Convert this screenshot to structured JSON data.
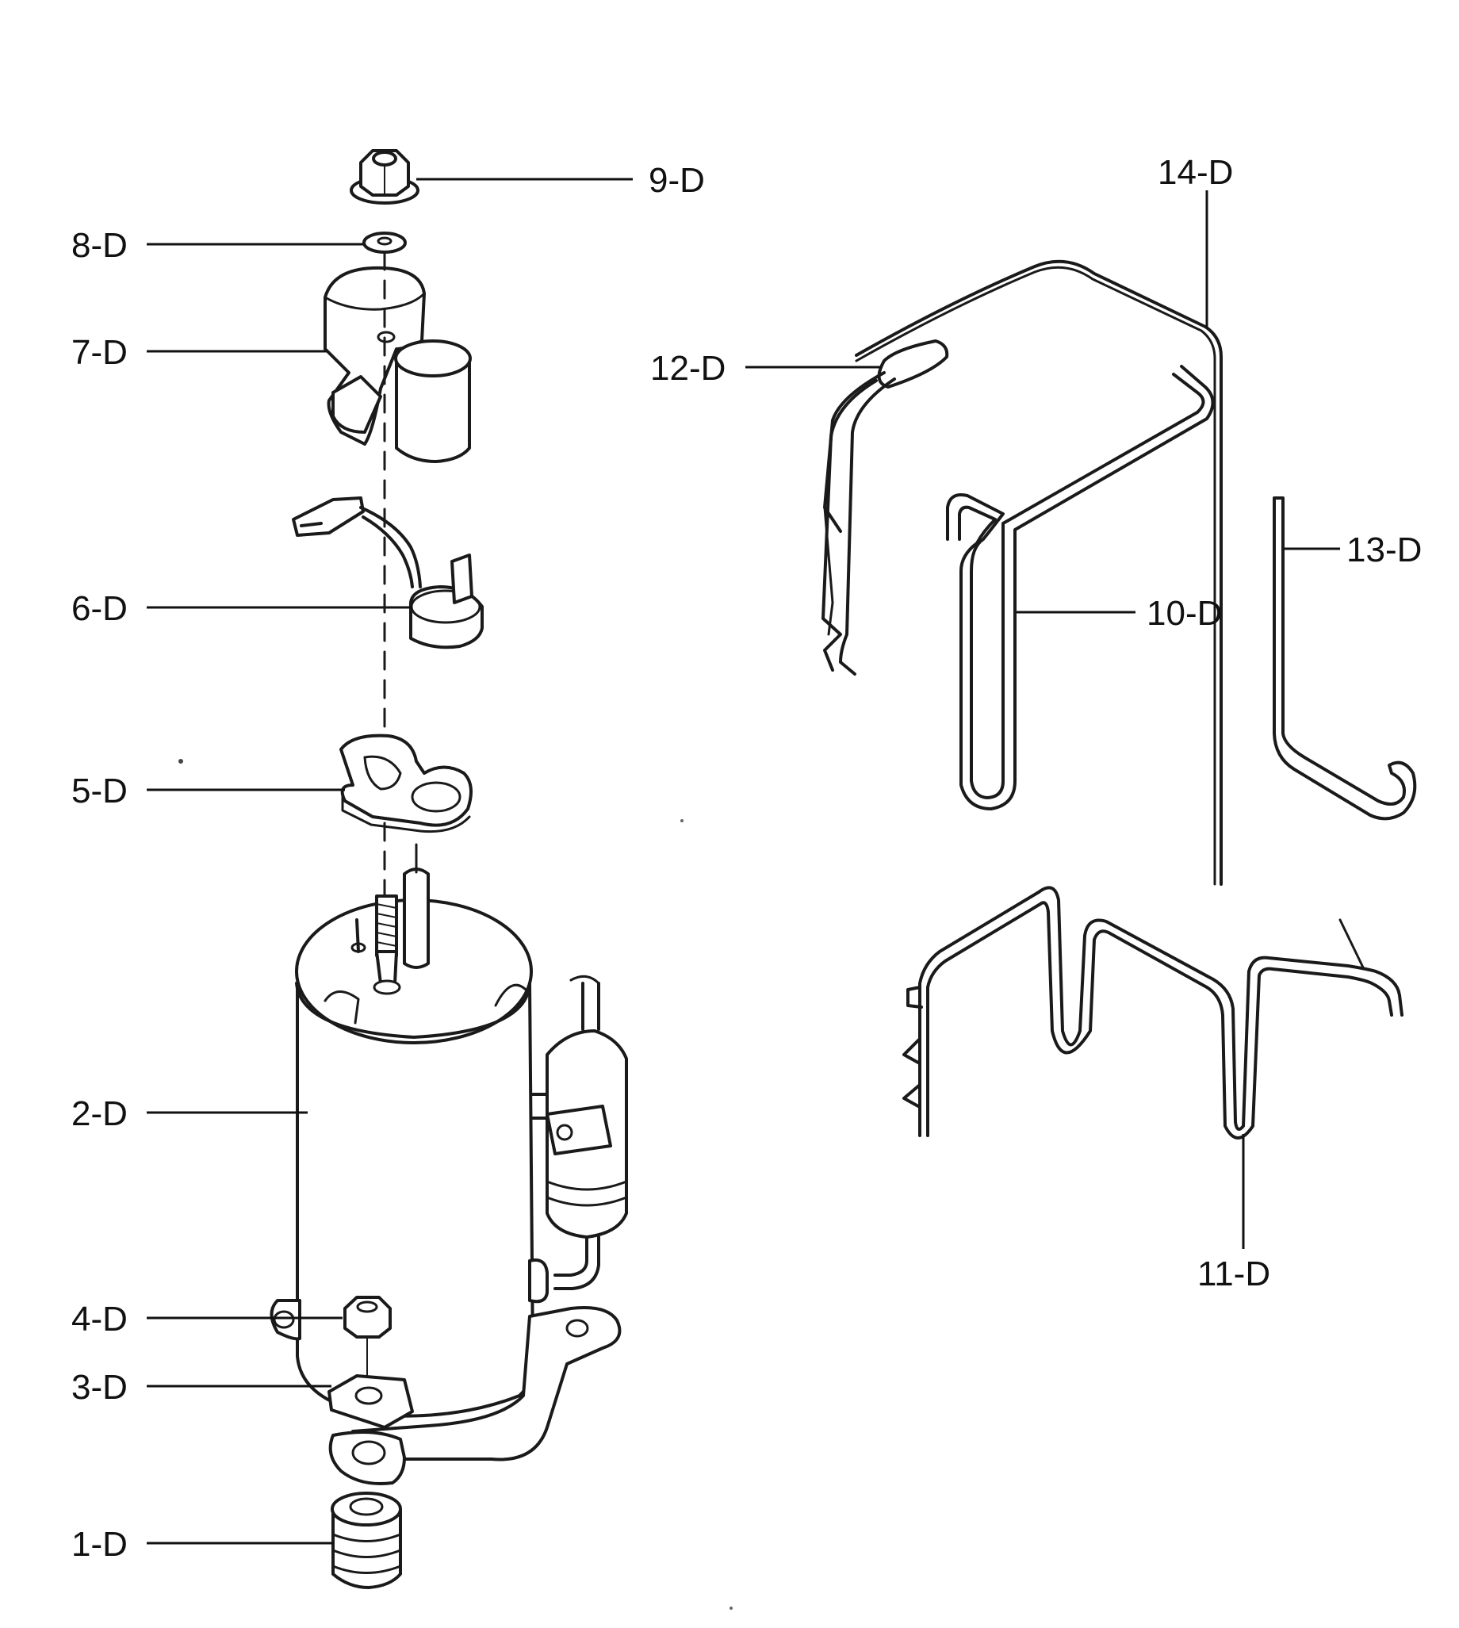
{
  "diagram": {
    "callouts": {
      "p1": "1-D",
      "p2": "2-D",
      "p3": "3-D",
      "p4": "4-D",
      "p5": "5-D",
      "p6": "6-D",
      "p7": "7-D",
      "p8": "8-D",
      "p9": "9-D",
      "p10": "10-D",
      "p11": "11-D",
      "p12": "12-D",
      "p13": "13-D",
      "p14": "14-D"
    },
    "ink_color": "#1a1a1a",
    "background": "#ffffff"
  }
}
